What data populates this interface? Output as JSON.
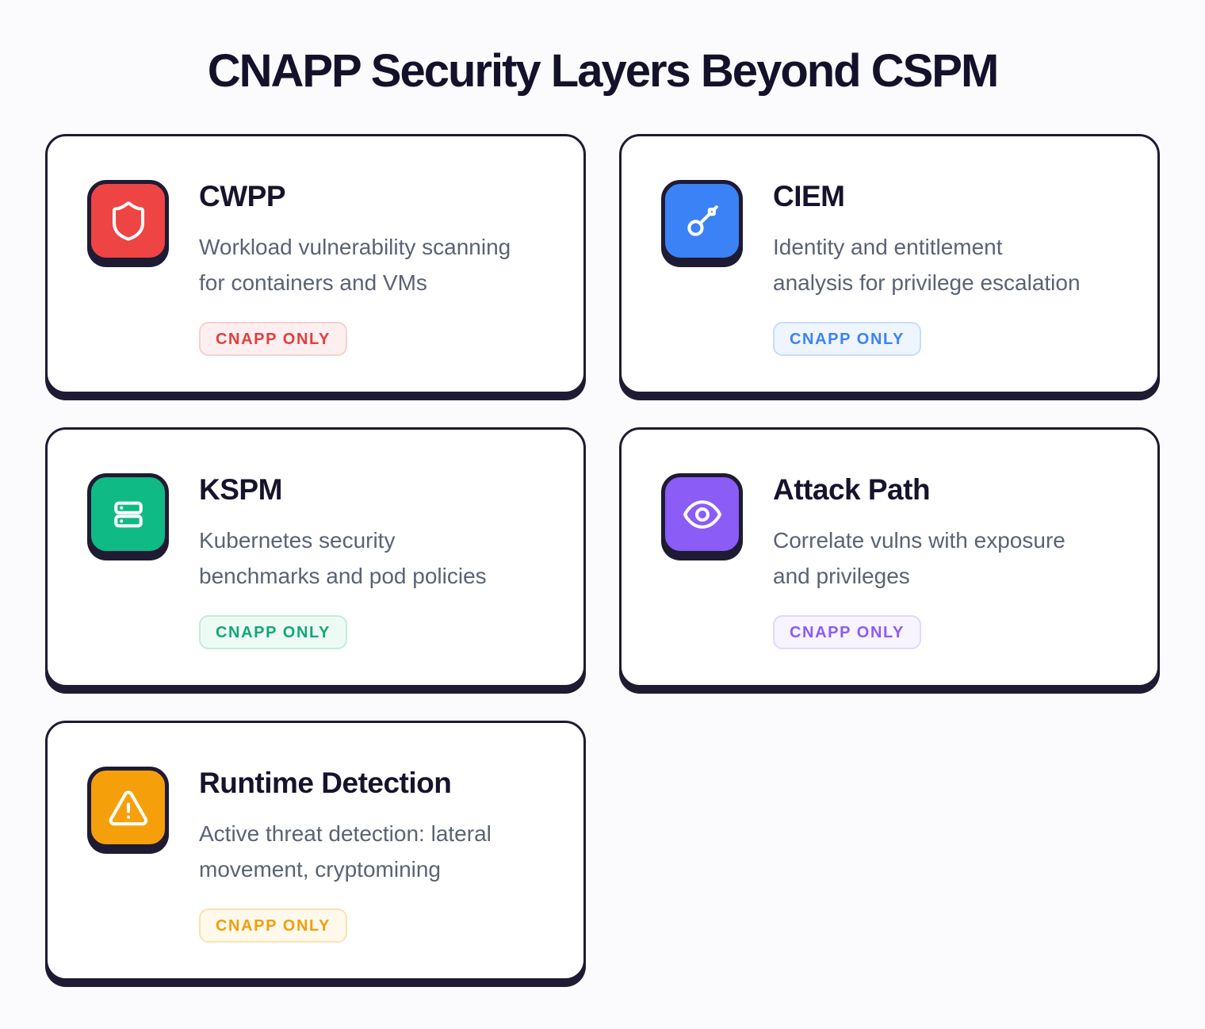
{
  "page": {
    "title": "CNAPP Security Layers Beyond CSPM",
    "background_color": "#FBFBFD",
    "outline_color": "#1E1B33",
    "title_color": "#14122B",
    "description_color": "#5A6373"
  },
  "cards": [
    {
      "title": "CWPP",
      "description": "Workload vulnerability scanning\nfor containers and VMs",
      "badge_label": "CNAPP ONLY",
      "icon": "shield-icon",
      "icon_bg": "#EF4444",
      "badge_text_color": "#E23E3E",
      "badge_bg": "#FDEFEF",
      "badge_border": "#F8CFCF"
    },
    {
      "title": "CIEM",
      "description": "Identity and entitlement\nanalysis for privilege escalation",
      "badge_label": "CNAPP ONLY",
      "icon": "key-icon",
      "icon_bg": "#3B82F6",
      "badge_text_color": "#3B82F6",
      "badge_bg": "#EEF5FF",
      "badge_border": "#C8DDFB"
    },
    {
      "title": "KSPM",
      "description": "Kubernetes security\nbenchmarks and pod policies",
      "badge_label": "CNAPP ONLY",
      "icon": "server-icon",
      "icon_bg": "#10BA84",
      "badge_text_color": "#10A878",
      "badge_bg": "#EEFBF5",
      "badge_border": "#BDEEDA"
    },
    {
      "title": "Attack Path",
      "description": "Correlate vulns with exposure\nand privileges",
      "badge_label": "CNAPP ONLY",
      "icon": "eye-icon",
      "icon_bg": "#8B5CF6",
      "badge_text_color": "#8B5CF6",
      "badge_bg": "#F7F3FF",
      "badge_border": "#E2D8FB"
    },
    {
      "title": "Runtime Detection",
      "description": "Active threat detection: lateral\nmovement, cryptomining",
      "badge_label": "CNAPP ONLY",
      "icon": "warning-triangle-icon",
      "icon_bg": "#F5A00B",
      "badge_text_color": "#F29E0C",
      "badge_bg": "#FFF9EB",
      "badge_border": "#F8E3B0"
    }
  ]
}
